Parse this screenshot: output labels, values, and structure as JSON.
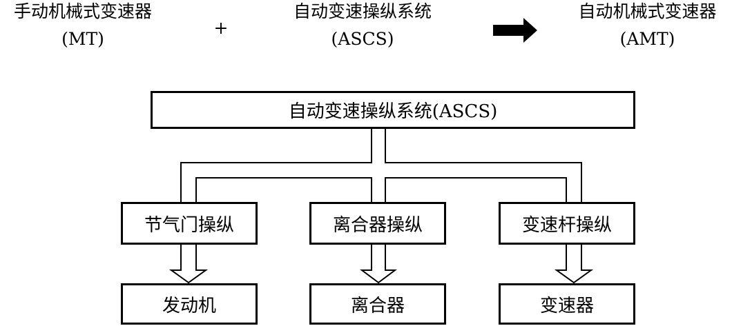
{
  "equation": {
    "term1": {
      "name": "手动机械式变速器",
      "abbr": "(MT)"
    },
    "plus": "+",
    "term2": {
      "name": "自动变速操纵系统",
      "abbr": "(ASCS)"
    },
    "result": {
      "name": "自动机械式变速器",
      "abbr": "(AMT)"
    }
  },
  "diagram": {
    "top": "自动变速操纵系统(ASCS)",
    "controls": [
      "节气门操纵",
      "离合器操纵",
      "变速杆操纵"
    ],
    "targets": [
      "发动机",
      "离合器",
      "变速器"
    ]
  }
}
